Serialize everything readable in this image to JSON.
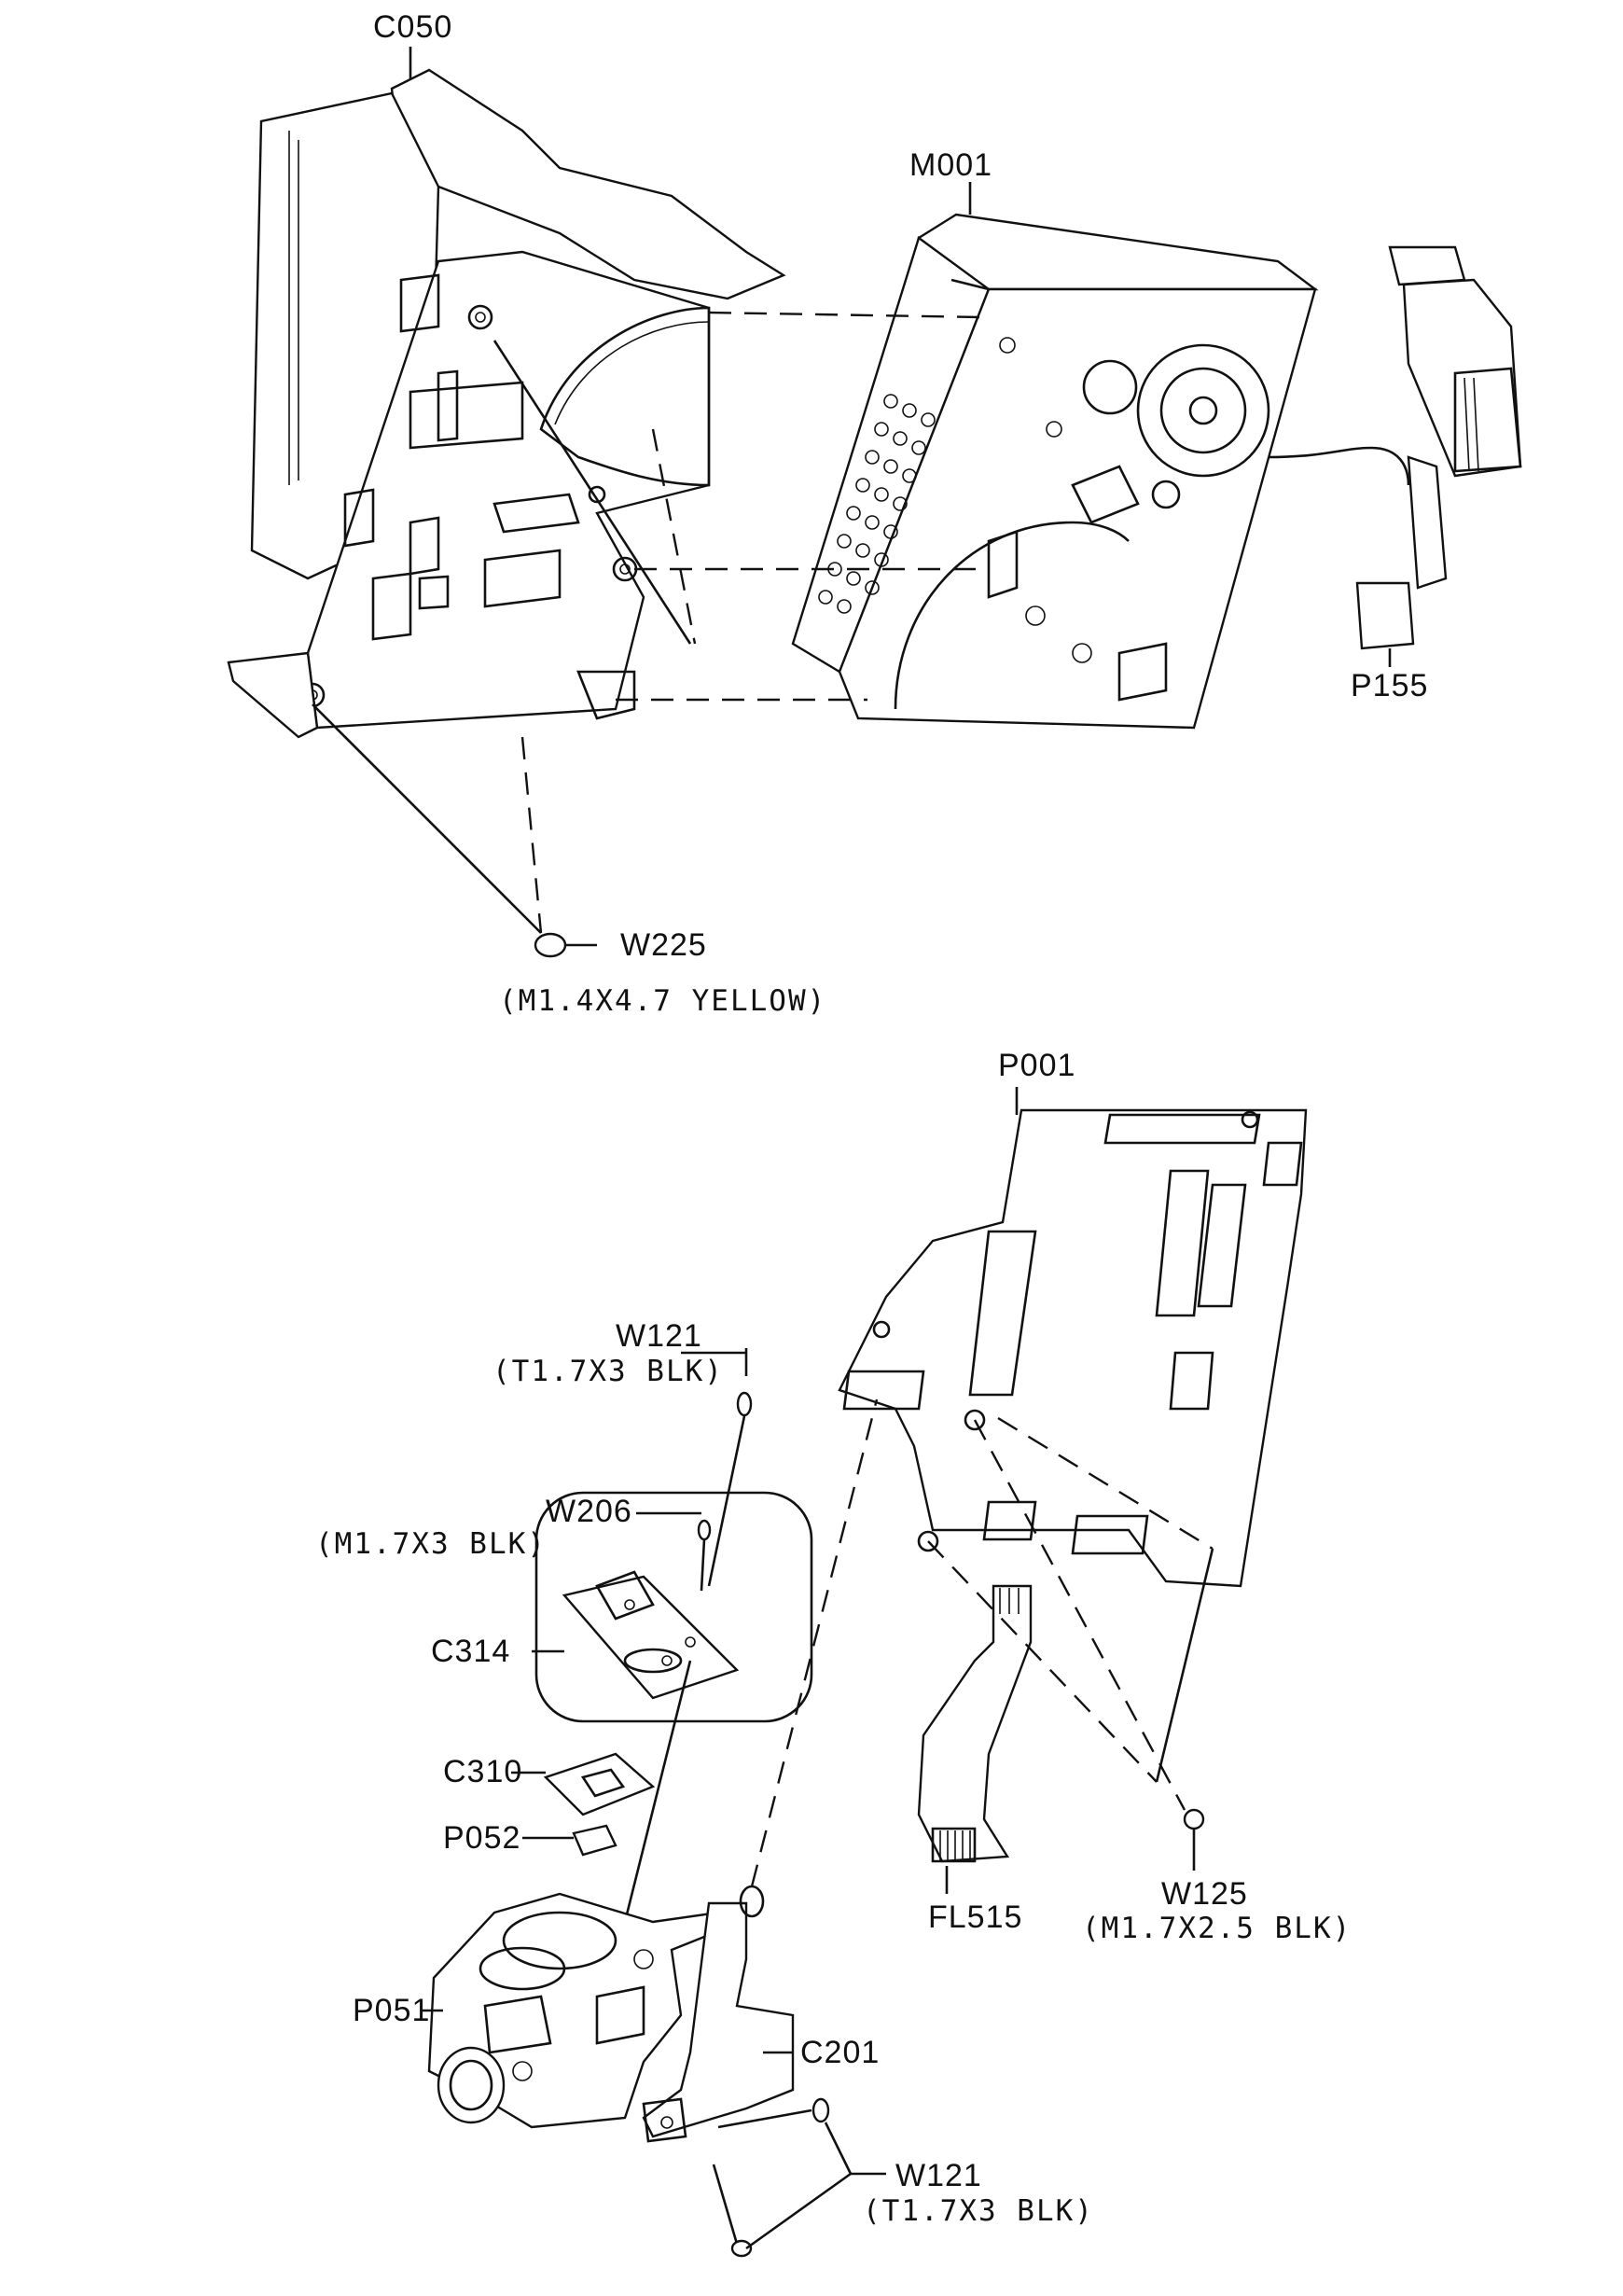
{
  "labels": {
    "c050": "C050",
    "m001": "M001",
    "p155": "P155",
    "w225": "W225",
    "w225_spec": "(M1.4X4.7 YELLOW)",
    "p001": "P001",
    "w121_top": "W121",
    "w121_top_spec": "(T1.7X3 BLK)",
    "w206": "W206",
    "w206_spec": "(M1.7X3 BLK)",
    "c314": "C314",
    "c310": "C310",
    "p052": "P052",
    "p051": "P051",
    "c201": "C201",
    "fl515": "FL515",
    "w125": "W125",
    "w125_spec": "(M1.7X2.5 BLK)",
    "w121_bottom": "W121",
    "w121_bottom_spec": "(T1.7X3 BLK)"
  }
}
